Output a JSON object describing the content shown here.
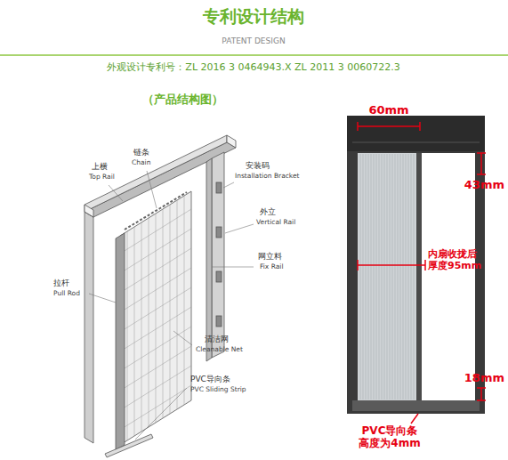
{
  "diagram": {
    "title": "专利设计结构",
    "labels": [
      "PATENT DESIGN",
      "外观设计专利号：ZL 2016 3 0464943.X   ZL 2011 3 0060722.3",
      "（产品结构图）",
      "上横",
      "Top Rail",
      "链条",
      "Chain",
      "安装码",
      "Installation Bracket",
      "外立",
      "Vertical Rail",
      "网立料",
      "Fix Rail",
      "拉杆",
      "Pull Rod",
      "清洁网",
      "Cleanable Net",
      "PVC导向条",
      "PVC Sliding Strip",
      "60mm",
      "43mm",
      "内扇收拢后 厚度95mm",
      "18mm",
      "PVC导向条 高度为4mm"
    ]
  }
}
